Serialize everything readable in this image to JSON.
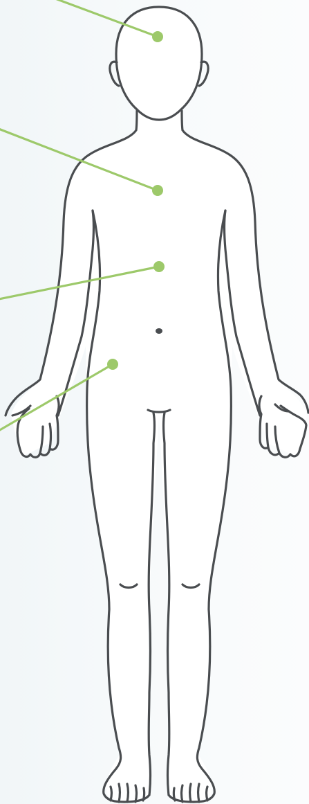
{
  "colors": {
    "outline": "#4a4d50",
    "marker": "#9dc96a",
    "background": "#f4f8fa"
  },
  "markers": [
    {
      "name": "head-marker"
    },
    {
      "name": "chest-marker"
    },
    {
      "name": "abdomen-marker"
    },
    {
      "name": "hip-marker"
    }
  ]
}
